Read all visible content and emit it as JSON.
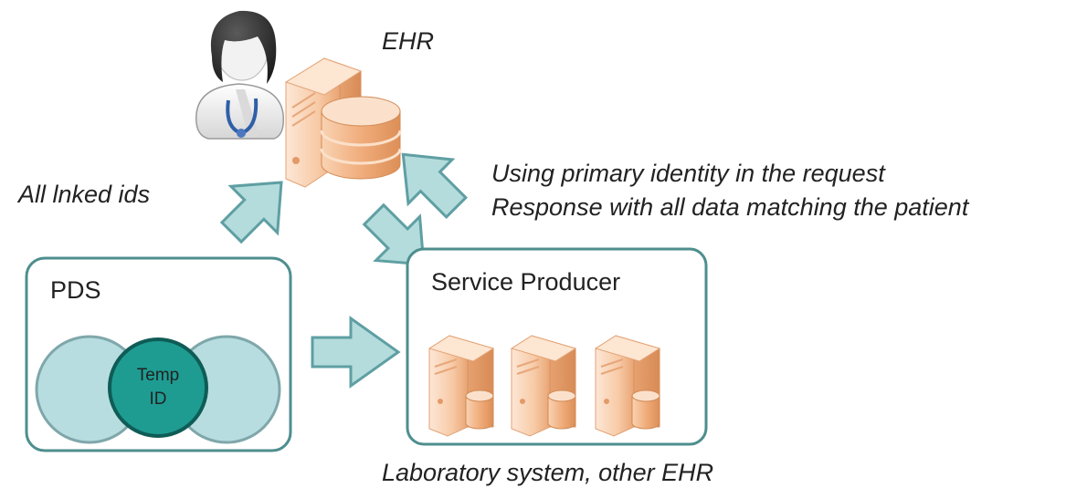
{
  "diagram": {
    "ehr_label": "EHR",
    "linked_ids_label": "All lnked ids",
    "request_label": "Using primary identity in the request",
    "response_label": "Response with all data matching the patient",
    "pds_label": "PDS",
    "temp_id_line1": "Temp",
    "temp_id_line2": "ID",
    "service_producer_label": "Service Producer",
    "caption_label": "Laboratory system, other EHR",
    "icons": [
      "doctor-icon",
      "ehr-server-icon",
      "database-icon",
      "lab-server-icon"
    ],
    "colors": {
      "box_border": "#4e8e8e",
      "arrow_fill": "#b4dcdc",
      "arrow_stroke": "#5f9fa3",
      "circle_fill": "#b8dde0",
      "temp_id_fill": "#1e9c92",
      "server_orange": "#f3b98f"
    }
  }
}
